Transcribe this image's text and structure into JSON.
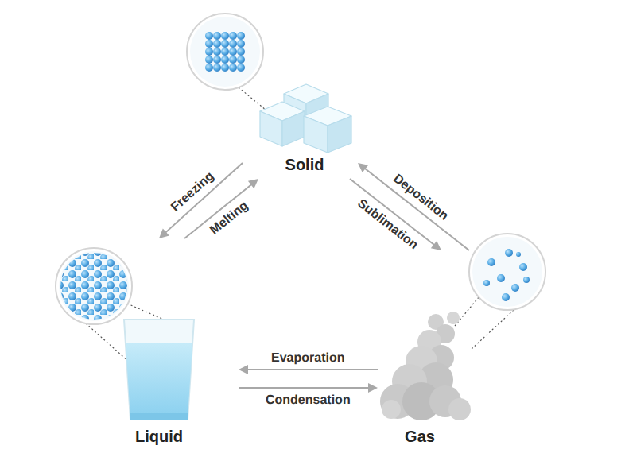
{
  "diagram": {
    "nodes": [
      {
        "text": [
          "Solid"
        ]
      },
      {
        "text": [
          "Liquid"
        ]
      },
      {
        "text": [
          "Gas"
        ]
      }
    ],
    "edges": [
      {
        "from": 0,
        "to": 1,
        "label": "Freezing",
        "arrow": "to"
      },
      {
        "from": 1,
        "to": 0,
        "label": "Melting",
        "arrow": "to"
      },
      {
        "from": 2,
        "to": 0,
        "label": "Deposition",
        "arrow": "to"
      },
      {
        "from": 0,
        "to": 2,
        "label": "Sublimation",
        "arrow": "to"
      },
      {
        "from": 2,
        "to": 1,
        "label": "Evaporation",
        "arrow": "to"
      },
      {
        "from": 1,
        "to": 2,
        "label": "Condensation",
        "arrow": "to"
      }
    ]
  }
}
